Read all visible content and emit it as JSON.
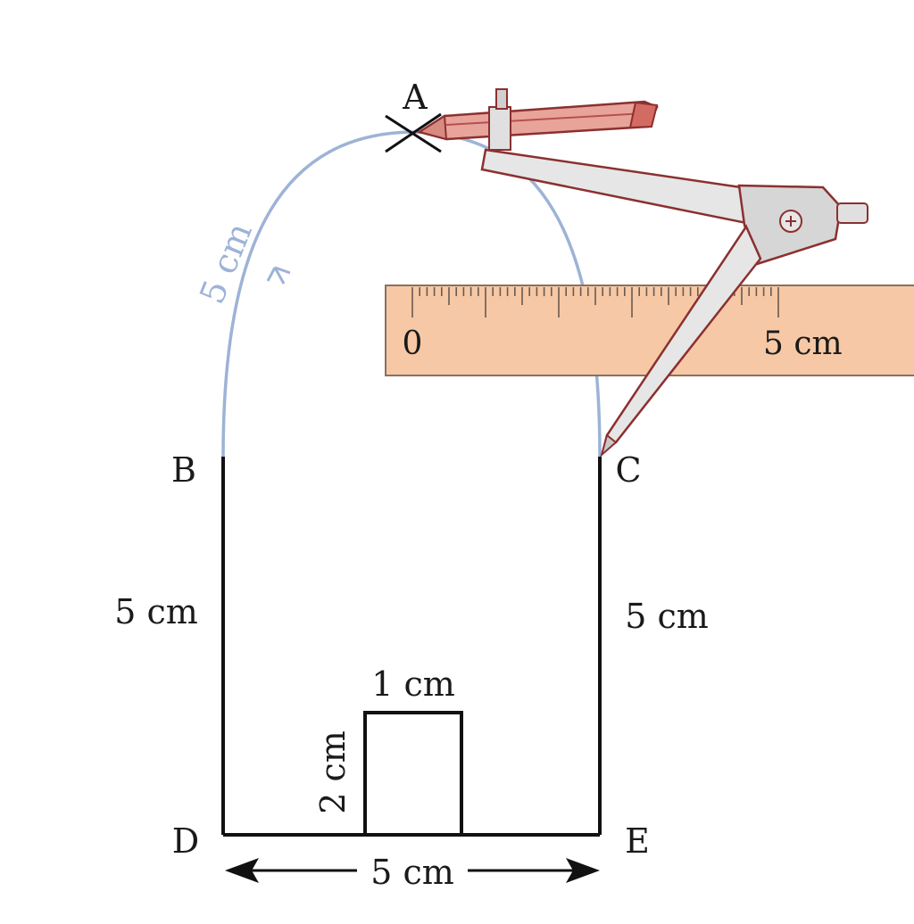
{
  "points": {
    "A": "A",
    "B": "B",
    "C": "C",
    "D": "D",
    "E": "E"
  },
  "dimensions": {
    "arc": "5 cm",
    "left_side": "5 cm",
    "right_side": "5 cm",
    "bottom": "5 cm",
    "door_width": "1 cm",
    "door_height": "2 cm"
  },
  "ruler": {
    "start_label": "0",
    "end_label": "5 cm"
  },
  "colors": {
    "arc": "#9db3d6",
    "outline": "#111111",
    "ruler_fill": "#f6c8a6",
    "ruler_edge": "#8a7060",
    "compass_body": "#e6e6e6",
    "compass_edge": "#8b3030",
    "pencil": "#e8a49a"
  },
  "icons": {
    "compass": "compass-icon",
    "ruler": "ruler-icon",
    "intersection_mark": "cross-mark-icon"
  }
}
